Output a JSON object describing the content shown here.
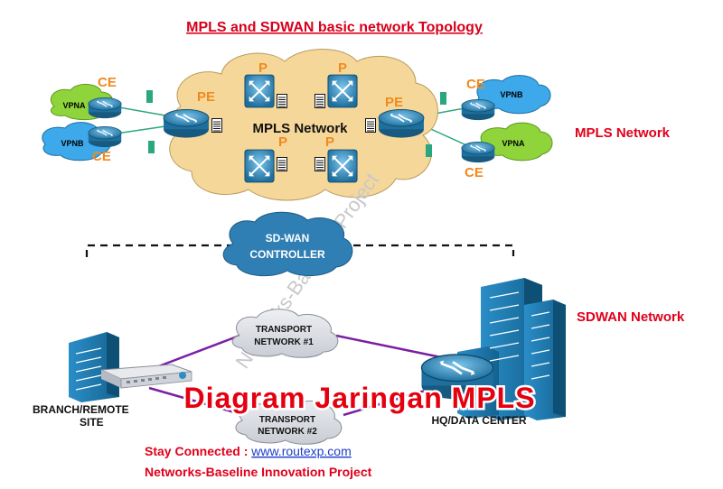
{
  "title": "MPLS and SDWAN basic network Topology",
  "mpls": {
    "cloud_label": "MPLS Network",
    "section_label": "MPLS Network",
    "pe_label": "PE",
    "p_label": "P",
    "ce_label": "CE",
    "vpn_left_top": "VPNA",
    "vpn_left_bottom": "VPNB",
    "vpn_right_top": "VPNB",
    "vpn_right_bottom": "VPNA"
  },
  "sdwan": {
    "section_label": "SDWAN Network",
    "controller_line1": "SD-WAN",
    "controller_line2": "CONTROLLER",
    "transport1_line1": "TRANSPORT",
    "transport1_line2": "NETWORK #1",
    "transport2_line1": "TRANSPORT",
    "transport2_line2": "NETWORK #2",
    "branch_line1": "BRANCH/REMOTE",
    "branch_line2": "SITE",
    "hq_label": "HQ/DATA CENTER"
  },
  "watermark": "Networks-Baseline Project",
  "overlay_text": "Diagram Jaringan MPLS",
  "footer": {
    "stay_connected": "Stay Connected : ",
    "link": "www.routexp.com",
    "project": "Networks-Baseline Innovation Project"
  },
  "colors": {
    "title_red": "#d6001c",
    "orange": "#f08a1e",
    "cloud_tan": "#f6d79a",
    "router_blue": "#2e8dc2",
    "vpn_green": "#8fd43a",
    "vpn_blue": "#3da9ea",
    "teal": "#2aa77f",
    "purple": "#7a1fa2",
    "sdwan_cloud": "#2f7fb4"
  }
}
